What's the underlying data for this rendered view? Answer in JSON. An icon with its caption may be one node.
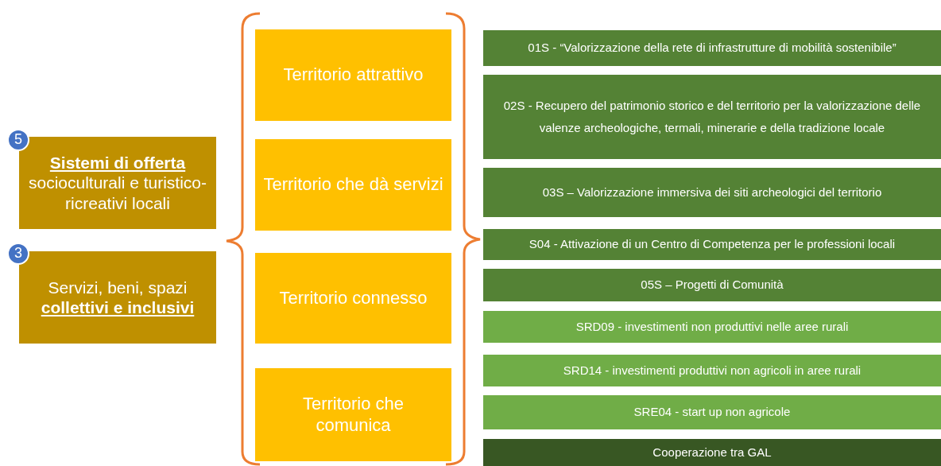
{
  "diagram": {
    "nodes": [
      {
        "text": [
          "5"
        ]
      },
      {
        "text": [
          "**Sistemi di offerta** socioculturali e turistico-ricreativi locali"
        ]
      },
      {
        "text": [
          "3"
        ]
      },
      {
        "text": [
          "Servizi, beni, spazi **collettivi e inclusivi**"
        ]
      },
      {
        "text": [
          "Territorio attrattivo"
        ]
      },
      {
        "text": [
          "Territorio che dà servizi"
        ]
      },
      {
        "text": [
          "Territorio connesso"
        ]
      },
      {
        "text": [
          "Territorio che comunica"
        ]
      },
      {
        "text": [
          "01S - “Valorizzazione della rete di infrastrutture di mobilità sostenibile”"
        ]
      },
      {
        "text": [
          "02S - Recupero del patrimonio storico e del territorio per la valorizzazione delle valenze archeologiche, termali, minerarie e della tradizione locale"
        ]
      },
      {
        "text": [
          "03S – Valorizzazione immersiva dei siti archeologici del territorio"
        ]
      },
      {
        "text": [
          "S04 - Attivazione di un Centro di Competenza per le professioni locali"
        ]
      },
      {
        "text": [
          "05S – Progetti di Comunità"
        ]
      },
      {
        "text": [
          "SRD09 - investimenti non produttivi nelle aree rurali"
        ]
      },
      {
        "text": [
          "SRD14 - investimenti produttivi non agricoli in aree rurali"
        ]
      },
      {
        "text": [
          "SRE04 - start up non agricole"
        ]
      },
      {
        "text": [
          "Cooperazione tra GAL"
        ]
      }
    ]
  }
}
